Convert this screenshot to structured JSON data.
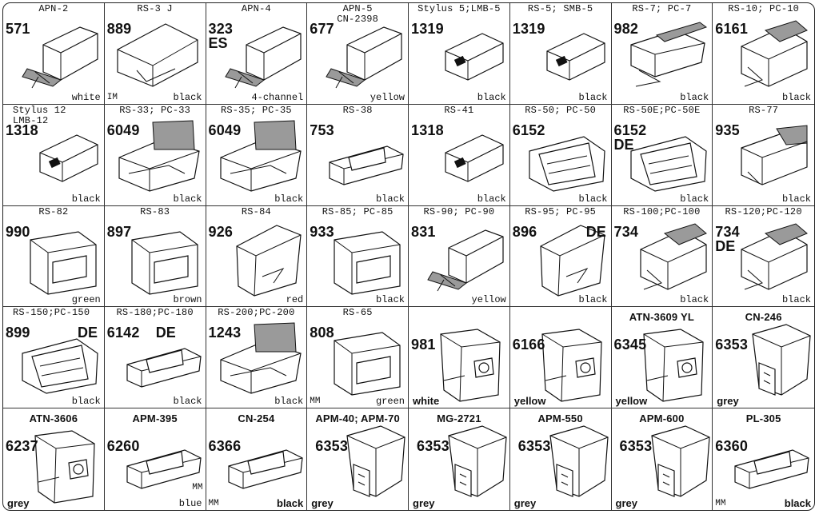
{
  "cells": [
    {
      "model": "APN-2",
      "code": "571",
      "color": "white"
    },
    {
      "model": "RS-3 J",
      "code": "889",
      "color": "black",
      "note": "IM"
    },
    {
      "model": "APN-4",
      "code": "323",
      "suffix": "ES",
      "color": "4-channel"
    },
    {
      "model": "APN-5\nCN-2398",
      "code": "677",
      "color": "yellow"
    },
    {
      "model": "Stylus 5;LMB-5",
      "code": "1319",
      "color": "black"
    },
    {
      "model": "RS-5; SMB-5",
      "code": "1319",
      "color": "black"
    },
    {
      "model": "RS-7; PC-7",
      "code": "982",
      "color": "black"
    },
    {
      "model": "RS-10; PC-10",
      "code": "6161",
      "color": "black"
    },
    {
      "model": "Stylus 12\nLMB-12",
      "code": "1318",
      "color": "black"
    },
    {
      "model": "RS-33; PC-33",
      "code": "6049",
      "color": "black"
    },
    {
      "model": "RS-35; PC-35",
      "code": "6049",
      "color": "black"
    },
    {
      "model": "RS-38",
      "code": "753",
      "color": "black"
    },
    {
      "model": "RS-41",
      "code": "1318",
      "color": "black"
    },
    {
      "model": "RS-50; PC-50",
      "code": "6152",
      "color": "black"
    },
    {
      "model": "RS-50E;PC-50E",
      "code": "6152",
      "suffix": "DE",
      "color": "black"
    },
    {
      "model": "RS-77",
      "code": "935",
      "color": "black"
    },
    {
      "model": "RS-82",
      "code": "990",
      "color": "green"
    },
    {
      "model": "RS-83",
      "code": "897",
      "color": "brown"
    },
    {
      "model": "RS-84",
      "code": "926",
      "color": "red"
    },
    {
      "model": "RS-85; PC-85",
      "code": "933",
      "color": "black"
    },
    {
      "model": "RS-90; PC-90",
      "code": "831",
      "color": "yellow"
    },
    {
      "model": "RS-95; PC-95",
      "code": "896",
      "suffix": "DE",
      "color": "black"
    },
    {
      "model": "RS-100;PC-100",
      "code": "734",
      "color": "black"
    },
    {
      "model": "RS-120;PC-120",
      "code": "734",
      "suffix": "DE",
      "color": "black"
    },
    {
      "model": "RS-150;PC-150",
      "code": "899",
      "suffix": "DE",
      "color": "black"
    },
    {
      "model": "RS-180;PC-180",
      "code": "6142",
      "suffix": "DE",
      "color": "black"
    },
    {
      "model": "RS-200;PC-200",
      "code": "1243",
      "color": "black"
    },
    {
      "model": "RS-65",
      "code": "808",
      "color": "green",
      "note": "MM"
    },
    {
      "model": "",
      "code": "981",
      "color": "white"
    },
    {
      "model": "",
      "code": "6166",
      "color": "yellow"
    },
    {
      "model": "ATN-3609 YL",
      "code": "6345",
      "color": "yellow"
    },
    {
      "model": "CN-246",
      "code": "6353",
      "color": "grey"
    },
    {
      "model": "ATN-3606",
      "code": "6237",
      "color": "grey"
    },
    {
      "model": "APM-395",
      "code": "6260",
      "color": "blue",
      "note": "MM"
    },
    {
      "model": "CN-254",
      "code": "6366",
      "color": "black",
      "note": "MM"
    },
    {
      "model": "APM-40; APM-70",
      "code": "6353",
      "color": "grey"
    },
    {
      "model": "MG-2721",
      "code": "6353",
      "color": "grey"
    },
    {
      "model": "APM-550",
      "code": "6353",
      "color": "grey"
    },
    {
      "model": "APM-600",
      "code": "6353",
      "color": "grey"
    },
    {
      "model": "PL-305",
      "code": "6360",
      "color": "black",
      "note": "MM"
    }
  ]
}
